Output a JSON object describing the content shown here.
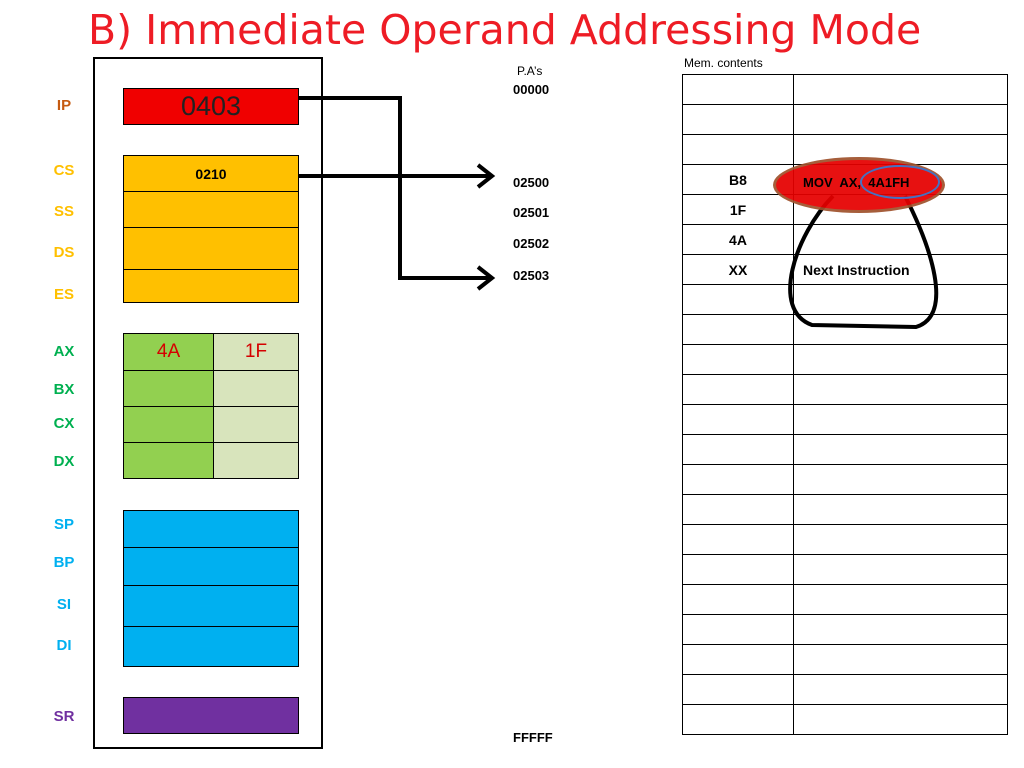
{
  "title": "B) Immediate Operand Addressing Mode",
  "registers": {
    "ip": {
      "label": "IP",
      "value": "0403"
    },
    "cs": {
      "label": "CS",
      "value": "0210"
    },
    "ss": {
      "label": "SS",
      "value": ""
    },
    "ds": {
      "label": "DS",
      "value": ""
    },
    "es": {
      "label": "ES",
      "value": ""
    },
    "ax": {
      "label": "AX",
      "high": "4A",
      "low": "1F"
    },
    "bx": {
      "label": "BX",
      "high": "",
      "low": ""
    },
    "cx": {
      "label": "CX",
      "high": "",
      "low": ""
    },
    "dx": {
      "label": "DX",
      "high": "",
      "low": ""
    },
    "sp": {
      "label": "SP"
    },
    "bp": {
      "label": "BP"
    },
    "si": {
      "label": "SI"
    },
    "di": {
      "label": "DI"
    },
    "sr": {
      "label": "SR"
    }
  },
  "physical_addresses": {
    "header": "P.A’s",
    "start": "00000",
    "a0": "02500",
    "a1": "02501",
    "a2": "02502",
    "a3": "02503",
    "end": "FFFFF"
  },
  "memory": {
    "header": "Mem. contents",
    "rows": [
      {
        "byte": "",
        "desc": ""
      },
      {
        "byte": "",
        "desc": ""
      },
      {
        "byte": "",
        "desc": ""
      },
      {
        "byte": "B8",
        "desc": "MOV  AX,  4A1FH"
      },
      {
        "byte": "1F",
        "desc": ""
      },
      {
        "byte": "4A",
        "desc": ""
      },
      {
        "byte": "XX",
        "desc": "Next Instruction"
      },
      {
        "byte": "",
        "desc": ""
      },
      {
        "byte": "",
        "desc": ""
      },
      {
        "byte": "",
        "desc": ""
      },
      {
        "byte": "",
        "desc": ""
      },
      {
        "byte": "",
        "desc": ""
      },
      {
        "byte": "",
        "desc": ""
      },
      {
        "byte": "",
        "desc": ""
      },
      {
        "byte": "",
        "desc": ""
      },
      {
        "byte": "",
        "desc": ""
      },
      {
        "byte": "",
        "desc": ""
      },
      {
        "byte": "",
        "desc": ""
      },
      {
        "byte": "",
        "desc": ""
      },
      {
        "byte": "",
        "desc": ""
      },
      {
        "byte": "",
        "desc": ""
      },
      {
        "byte": "",
        "desc": ""
      }
    ]
  },
  "colors": {
    "title": "#ee1c25",
    "ip": "#f00000",
    "segment": "#ffc000",
    "general_high": "#92d050",
    "general_low": "#d8e4bc",
    "pointer": "#00b0f0",
    "status": "#7030a0",
    "label_ip": "#c55a11",
    "label_segment": "#ffc000",
    "label_general": "#00b050",
    "label_pointer": "#00b0f0",
    "label_status": "#7030a0",
    "highlight_oval": "#e60000",
    "operand_oval": "#4472c4"
  }
}
